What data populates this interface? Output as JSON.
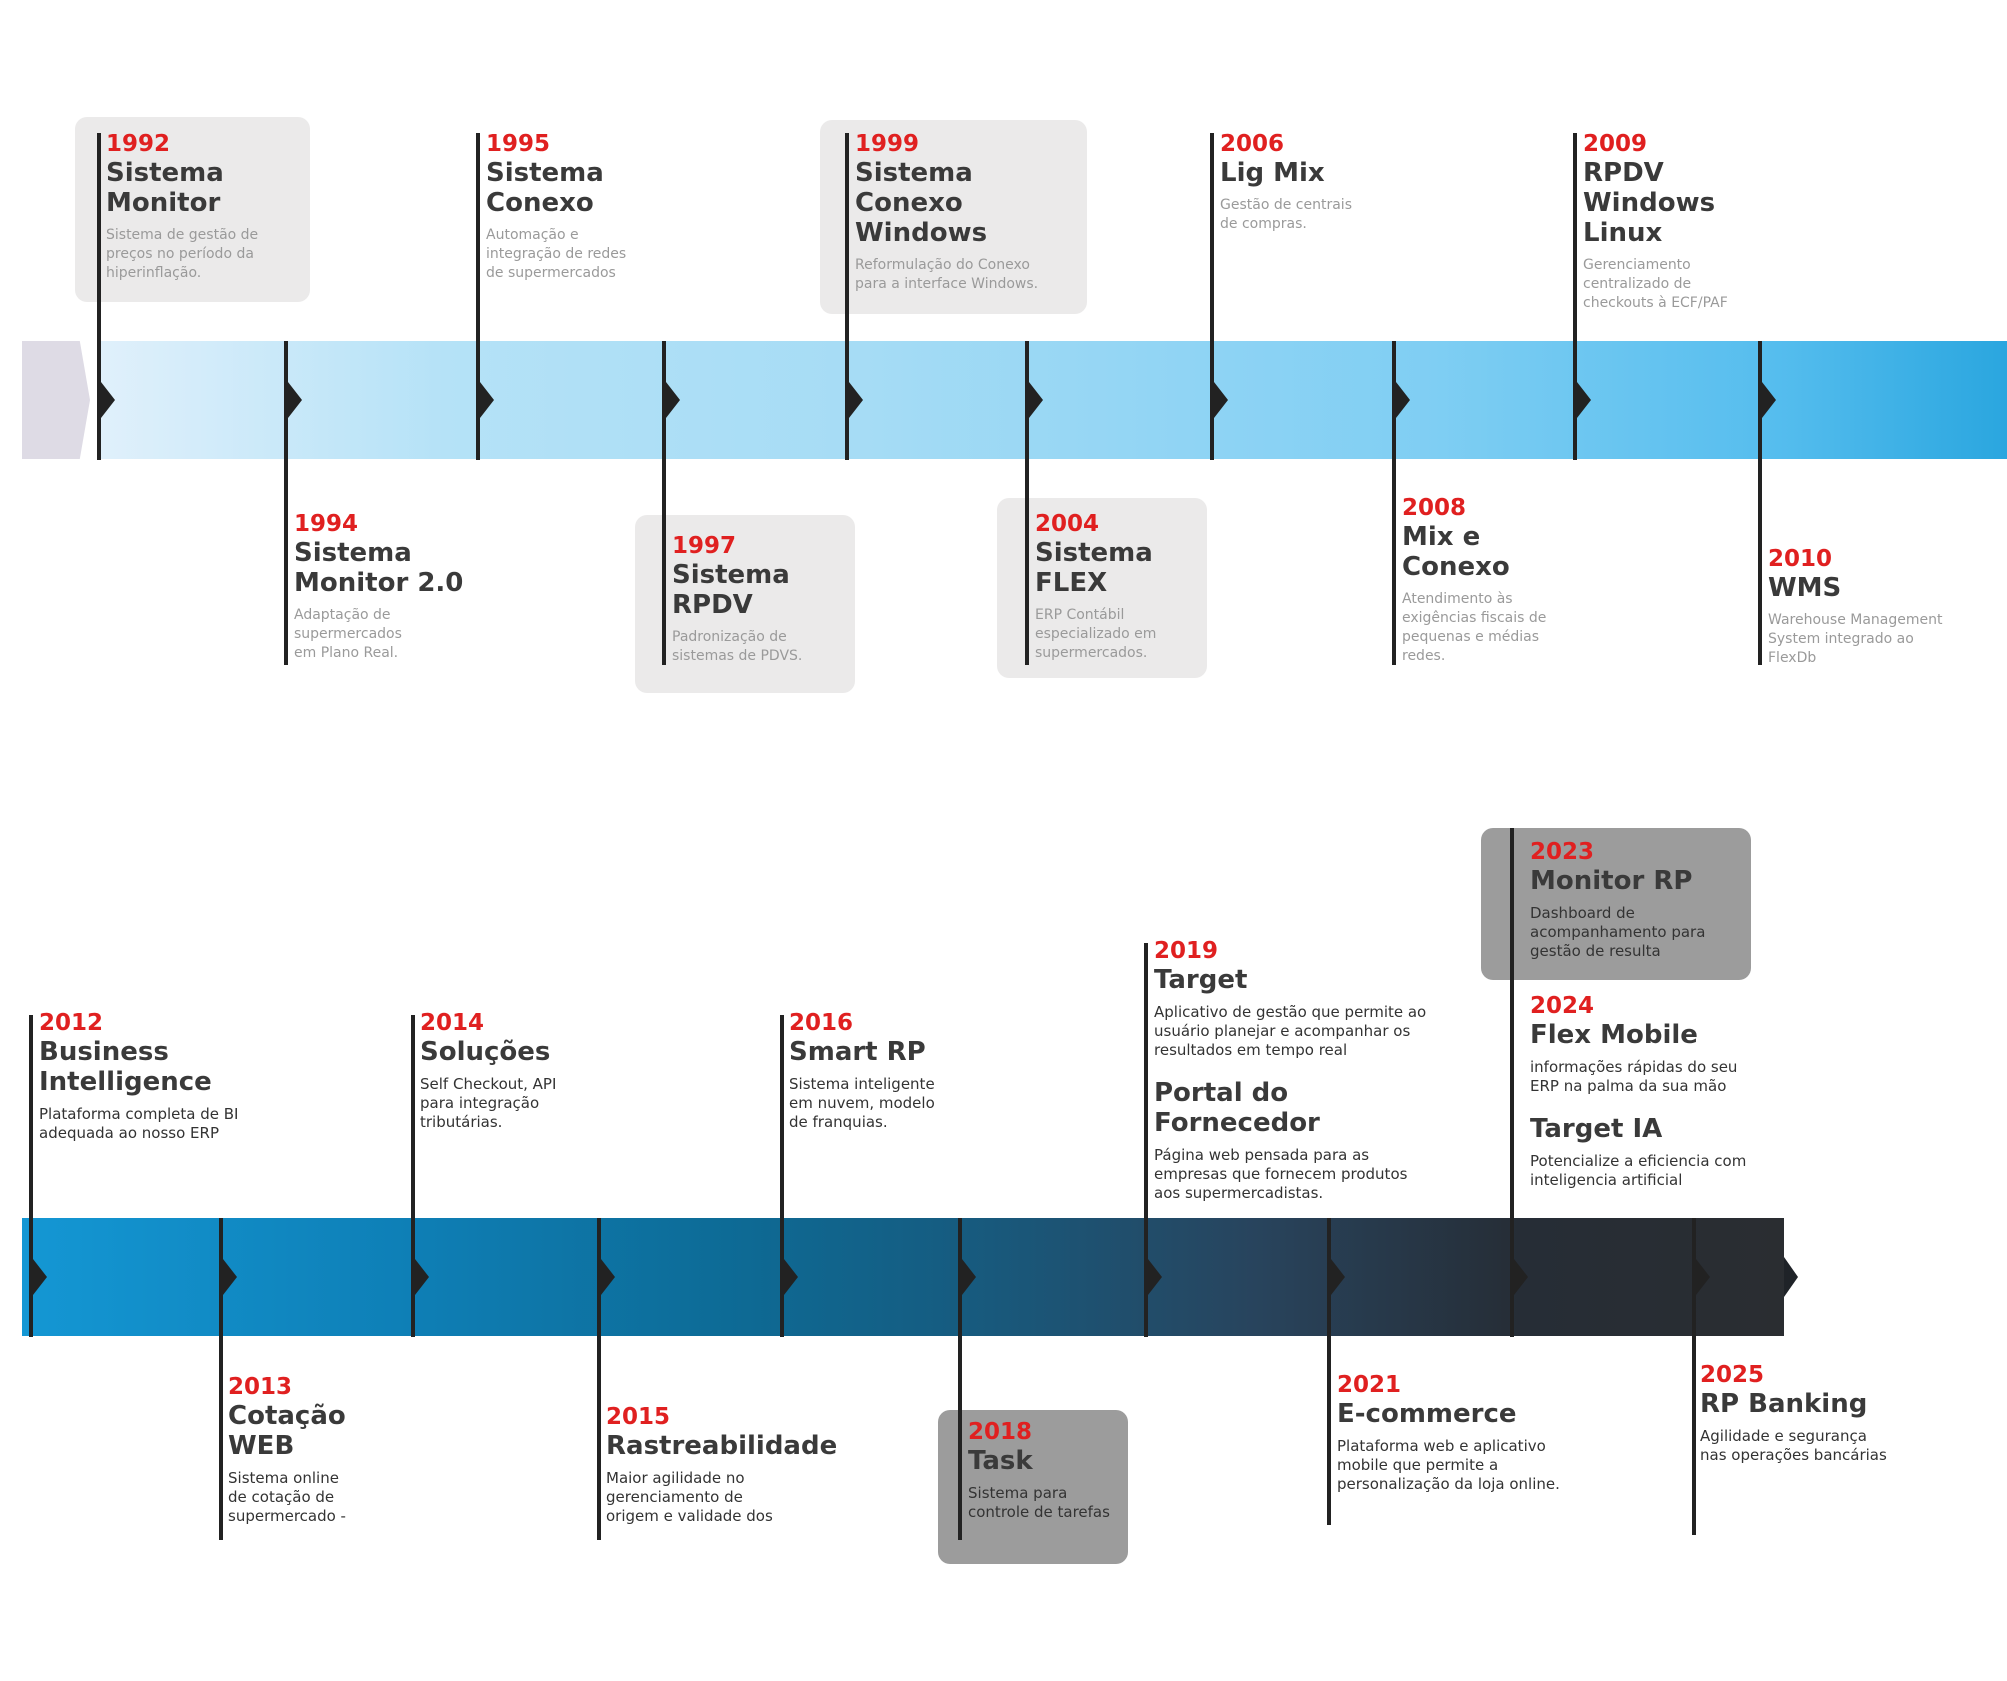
{
  "colors": {
    "year": "#e02020",
    "title": "#3a3a3a",
    "band1_start": "#e0f0fb",
    "band1_end": "#2aa6df",
    "band2_start": "#1497d4",
    "band2_end": "#2a2d31",
    "box_light": "#ebeaea",
    "box_dark": "#9c9c9c"
  },
  "row1": {
    "e1992": {
      "year": "1992",
      "title": "Sistema\nMonitor",
      "desc": "Sistema de gestão de\npreços no período da\nhiperinflação."
    },
    "e1994": {
      "year": "1994",
      "title": "Sistema\nMonitor 2.0",
      "desc": "Adaptação de\nsupermercados\nem Plano Real."
    },
    "e1995": {
      "year": "1995",
      "title": "Sistema\nConexo",
      "desc": "Automação e\nintegração de redes\nde supermercados"
    },
    "e1997": {
      "year": "1997",
      "title": "Sistema\nRPDV",
      "desc": "Padronização de\nsistemas de PDVS."
    },
    "e1999": {
      "year": "1999",
      "title": "Sistema\nConexo\nWindows",
      "desc": "Reformulação do Conexo\npara a interface Windows."
    },
    "e2004": {
      "year": "2004",
      "title": "Sistema\nFLEX",
      "desc": "ERP Contábil\nespecializado em\nsupermercados."
    },
    "e2006": {
      "year": "2006",
      "title": "Lig Mix",
      "desc": "Gestão de centrais\nde compras."
    },
    "e2008": {
      "year": "2008",
      "title": "Mix e\nConexo",
      "desc": "Atendimento às\nexigências fiscais de\npequenas e médias\nredes."
    },
    "e2009": {
      "year": "2009",
      "title": "RPDV\nWindows\nLinux",
      "desc": "Gerenciamento\ncentralizado de\ncheckouts à ECF/PAF"
    },
    "e2010": {
      "year": "2010",
      "title": "WMS",
      "desc": "Warehouse Management\nSystem integrado ao\nFlexDb"
    }
  },
  "row2": {
    "e2012": {
      "year": "2012",
      "title": "Business\nIntelligence",
      "desc": "Plataforma completa de BI\nadequada ao nosso ERP"
    },
    "e2013": {
      "year": "2013",
      "title": "Cotação\nWEB",
      "desc": "Sistema online\nde cotação de\nsupermercado -"
    },
    "e2014": {
      "year": "2014",
      "title": "Soluções",
      "desc": "Self Checkout, API\npara integração\ntributárias."
    },
    "e2015": {
      "year": "2015",
      "title": "Rastreabilidade",
      "desc": "Maior agilidade no\ngerenciamento de\norigem e validade dos"
    },
    "e2016": {
      "year": "2016",
      "title": "Smart RP",
      "desc": "Sistema inteligente\nem nuvem, modelo\nde franquias."
    },
    "e2018": {
      "year": "2018",
      "title": "Task",
      "desc": "Sistema para\ncontrole de tarefas"
    },
    "e2019": {
      "year": "2019",
      "title": "Target",
      "desc": "Aplicativo de gestão que permite ao\nusuário planejar e acompanhar os\nresultados em tempo real",
      "title2": "Portal do\nFornecedor",
      "desc2": "Página web pensada para as\nempresas que fornecem produtos\naos supermercadistas."
    },
    "e2021": {
      "year": "2021",
      "title": "E-commerce",
      "desc": "Plataforma web e aplicativo\nmobile que permite a\npersonalização da loja online."
    },
    "e2023": {
      "year": "2023",
      "title": "Monitor RP",
      "desc": "Dashboard de\nacompanhamento para\ngestão de resulta"
    },
    "e2024": {
      "year": "2024",
      "title": "Flex Mobile",
      "desc": "informações rápidas do seu\nERP na palma da sua mão",
      "title2": "Target IA",
      "desc2": "Potencialize a eficiencia com\ninteligencia artificial"
    },
    "e2025": {
      "year": "2025",
      "title": "RP Banking",
      "desc": "Agilidade e segurança\nnas operações bancárias"
    }
  }
}
